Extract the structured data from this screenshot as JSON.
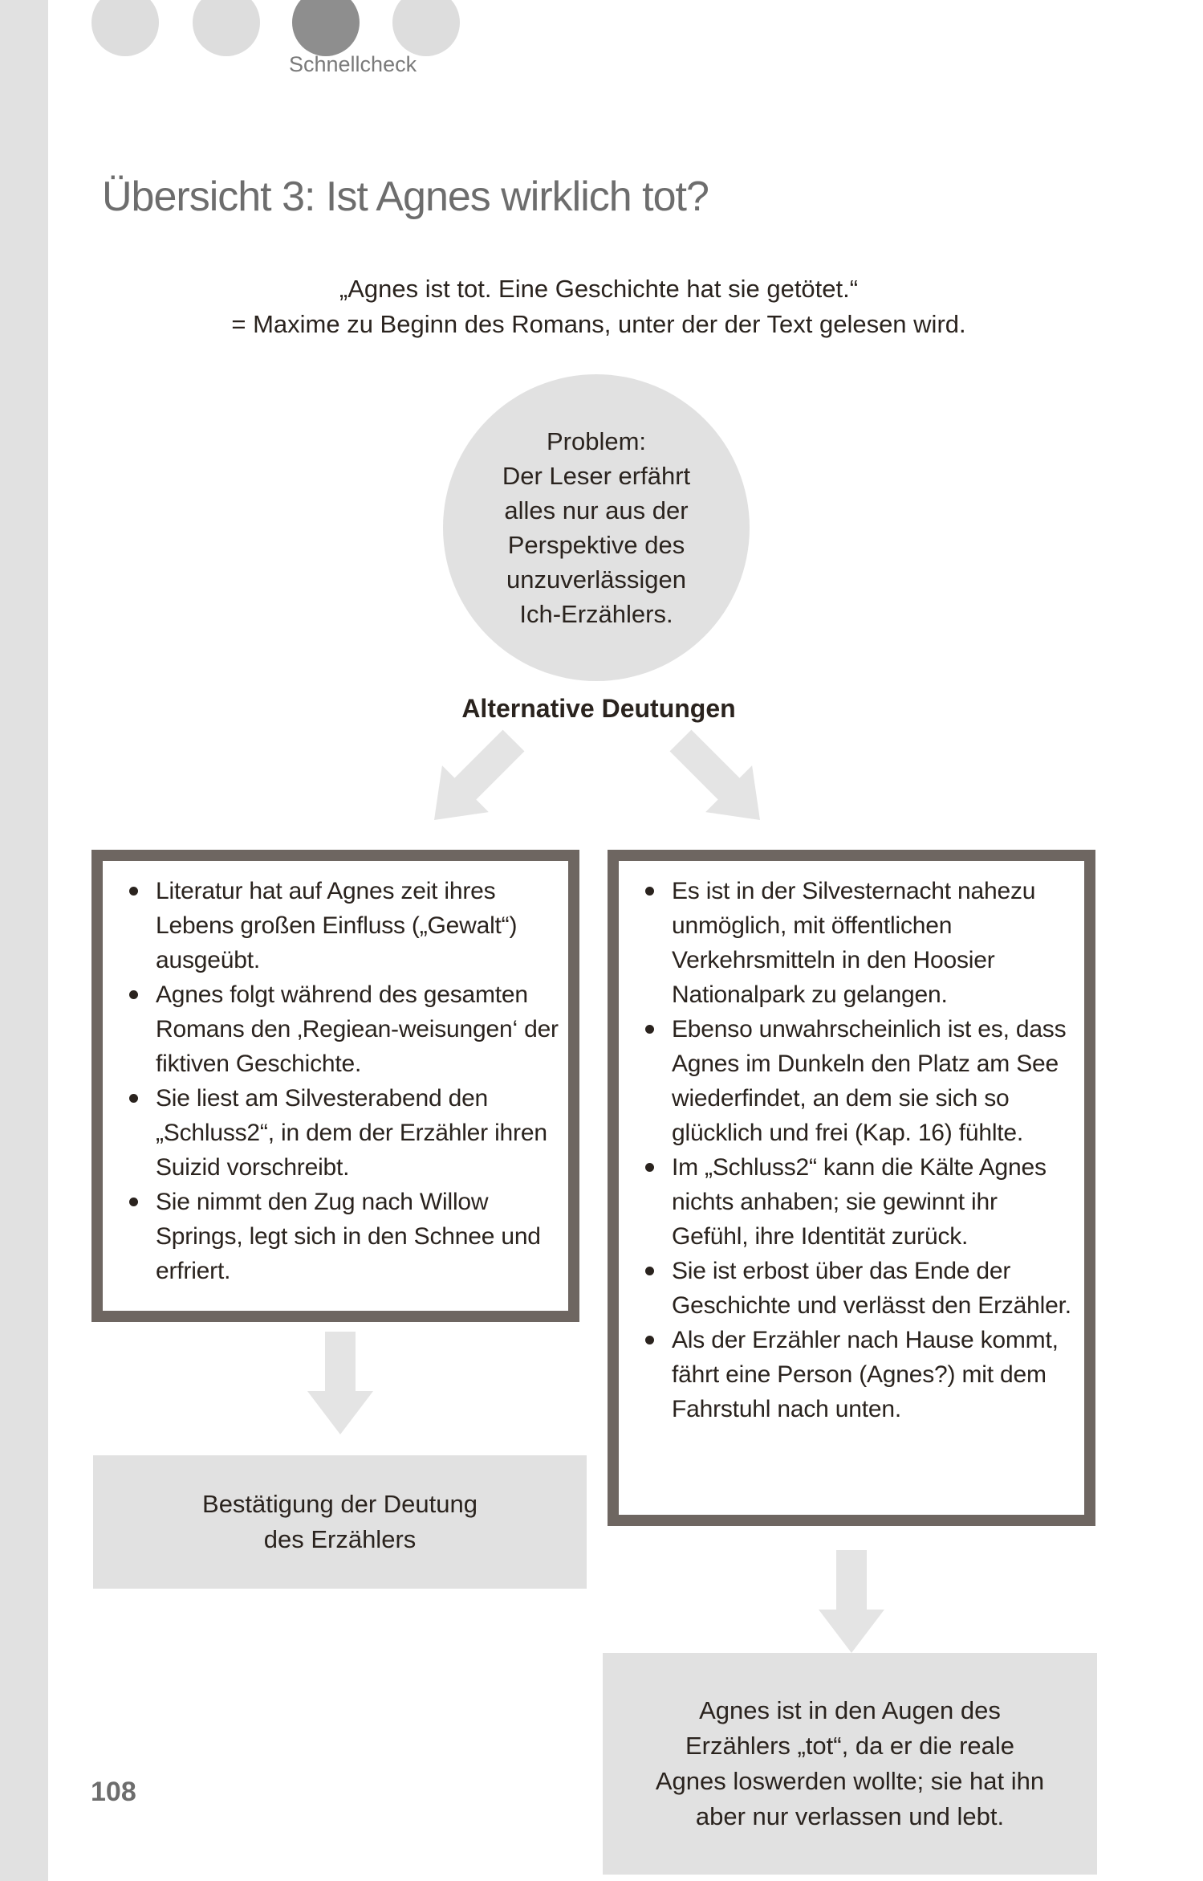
{
  "header": {
    "section_label": "Schnellcheck",
    "progress_dots": [
      "inactive",
      "inactive",
      "active",
      "inactive"
    ]
  },
  "title": "Übersicht 3: Ist Agnes wirklich tot?",
  "maxime": {
    "quote": "„Agnes ist tot. Eine Geschichte hat sie getötet.“",
    "caption": "= Maxime zu Beginn des Romans, unter der der Text gelesen wird."
  },
  "problem_circle": {
    "lines": [
      "Problem:",
      "Der Leser erfährt",
      "alles nur aus der",
      "Perspektive des",
      "unzuverlässigen",
      "Ich-Erzählers."
    ]
  },
  "alternative_heading": "Alternative Deutungen",
  "left_box": {
    "bullets": [
      "Literatur hat auf Agnes zeit ihres Lebens großen Einfluss („Gewalt“) ausgeübt.",
      "Agnes folgt während des gesamten Romans den ‚Regiean-weisungen‘ der fiktiven Geschichte.",
      "Sie liest am Silvesterabend den „Schluss2“, in dem der Erzähler ihren Suizid vorschreibt.",
      "Sie nimmt den Zug nach Willow Springs, legt sich in den Schnee und erfriert."
    ]
  },
  "right_box": {
    "bullets": [
      "Es ist in der Silvesternacht nahezu unmöglich, mit öffentlichen Verkehrsmitteln in den Hoosier Nationalpark zu gelangen.",
      "Ebenso unwahrscheinlich ist es, dass Agnes im Dunkeln den Platz am See wiederfindet, an dem sie sich so glücklich und frei (Kap. 16) fühlte.",
      "Im „Schluss2“ kann die Kälte Agnes nichts anhaben; sie gewinnt ihr Gefühl, ihre Identität zurück.",
      "Sie ist erbost über das Ende der Geschichte und verlässt den Erzähler.",
      "Als der Erzähler nach Hause kommt, fährt eine Person (Agnes?) mit dem Fahrstuhl nach unten."
    ]
  },
  "confirmation_box": {
    "lines": [
      "Bestätigung der Deutung",
      "des Erzählers"
    ]
  },
  "conclusion_box": {
    "lines": [
      "Agnes ist in den Augen des",
      "Erzählers „tot“, da er die reale",
      "Agnes loswerden wollte; sie hat ihn",
      "aber nur verlassen und lebt."
    ]
  },
  "page_number": "108",
  "colors": {
    "light": "#e1e1e1",
    "border": "#6e6661",
    "text": "#2a231e",
    "title-gray": "#6d6d6d",
    "arrow": "#e4e4e4",
    "dot-active": "#8e8e8e",
    "dot-inactive": "#dddddd",
    "label-gray": "#7a7a7a"
  }
}
